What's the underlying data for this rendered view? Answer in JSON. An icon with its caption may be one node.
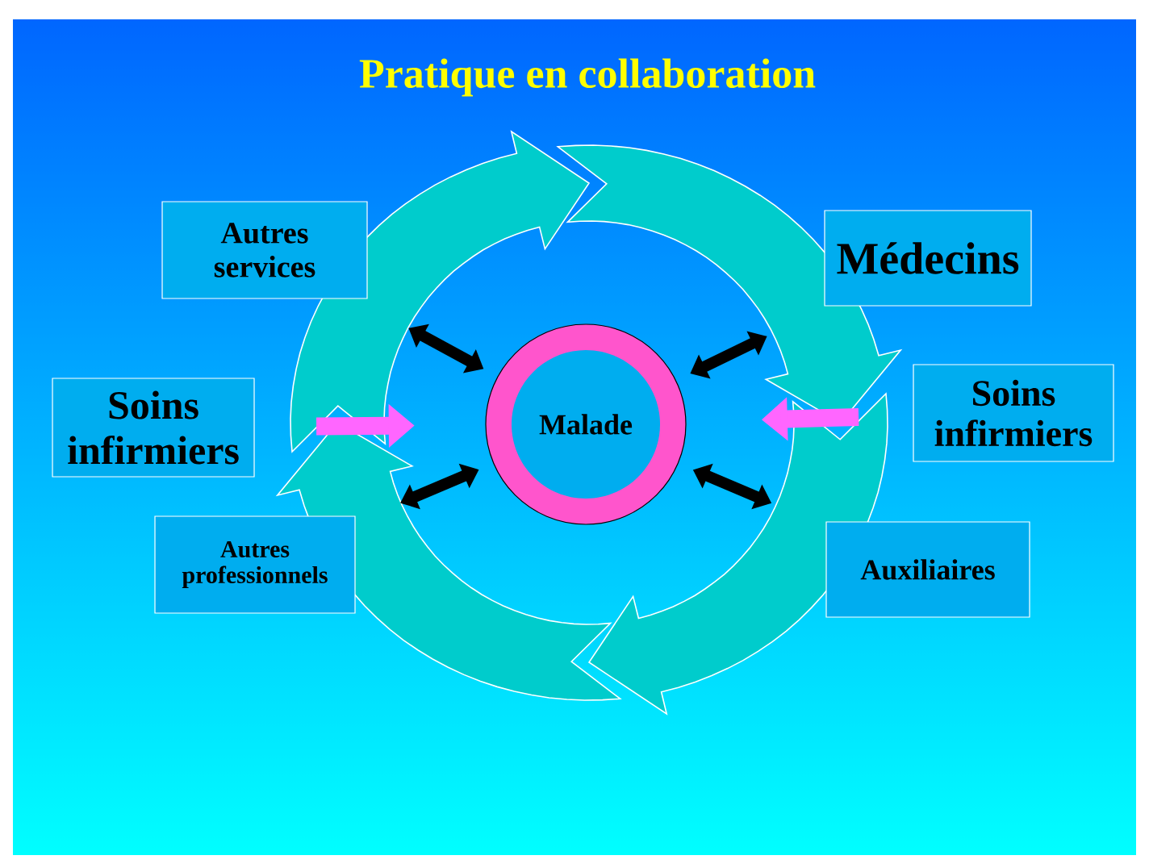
{
  "diagram": {
    "title": "Pratique en collaboration",
    "nodes": [
      {
        "text": [
          "Autres services"
        ]
      },
      {
        "text": [
          "Médecins"
        ]
      },
      {
        "text": [
          "Soins infirmiers"
        ]
      },
      {
        "text": [
          "Malade"
        ]
      },
      {
        "text": [
          "Soins infirmiers"
        ]
      },
      {
        "text": [
          "Autres professionnels"
        ]
      },
      {
        "text": [
          "Auxiliaires"
        ]
      }
    ],
    "edges": [
      {
        "from": 0,
        "to": 3,
        "arrow": "both"
      },
      {
        "from": 1,
        "to": 3,
        "arrow": "both"
      },
      {
        "from": 2,
        "to": 3,
        "arrow": "to",
        "color": "#ff66ff"
      },
      {
        "from": 4,
        "to": 3,
        "arrow": "to",
        "color": "#ff66ff"
      },
      {
        "from": 5,
        "to": 3,
        "arrow": "both"
      },
      {
        "from": 6,
        "to": 3,
        "arrow": "both"
      }
    ]
  }
}
